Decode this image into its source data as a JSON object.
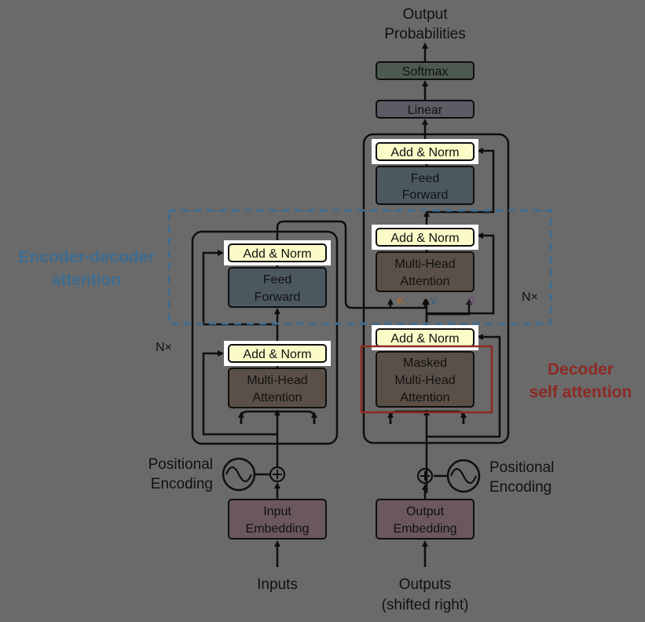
{
  "colors": {
    "background": "#6a6a6a",
    "line": "#0f0f0f",
    "add_norm_fill": "#fbfbc8",
    "add_norm_halo": "#ffffff",
    "feed_forward_fill": "#4c5860",
    "attention_fill": "#5a5048",
    "embedding_fill": "#6a585e",
    "softmax_fill": "#4d5a50",
    "linear_fill": "#5c5c64",
    "encoder_decoder_accent": "#3e6c90",
    "decoder_self_accent": "#8c2a24",
    "key_color": "#c06a1c",
    "value_color": "#2c5c8c",
    "query_color": "#6c3c7c"
  },
  "outputs": {
    "title_line1": "Output",
    "title_line2": "Probabilities",
    "softmax": "Softmax",
    "linear": "Linear"
  },
  "encoder": {
    "nx": "N×",
    "add_norm_top": "Add & Norm",
    "feed_forward_1": "Feed",
    "feed_forward_2": "Forward",
    "add_norm_bottom": "Add & Norm",
    "attention_1": "Multi-Head",
    "attention_2": "Attention",
    "positional_1": "Positional",
    "positional_2": "Encoding",
    "embedding_1": "Input",
    "embedding_2": "Embedding",
    "input_label": "Inputs"
  },
  "decoder": {
    "nx": "N×",
    "add_norm_top": "Add & Norm",
    "feed_forward_1": "Feed",
    "feed_forward_2": "Forward",
    "add_norm_mid": "Add & Norm",
    "cross_attention_1": "Multi-Head",
    "cross_attention_2": "Attention",
    "k": "K",
    "v": "V",
    "q": "Q",
    "add_norm_bottom": "Add & Norm",
    "masked_1": "Masked",
    "masked_2": "Multi-Head",
    "masked_3": "Attention",
    "positional_1": "Positional",
    "positional_2": "Encoding",
    "embedding_1": "Output",
    "embedding_2": "Embedding",
    "output_label_1": "Outputs",
    "output_label_2": "(shifted right)"
  },
  "annotations": {
    "encoder_decoder_1": "Encoder-decoder",
    "encoder_decoder_2": "attention",
    "decoder_self_1": "Decoder",
    "decoder_self_2": "self attention"
  }
}
